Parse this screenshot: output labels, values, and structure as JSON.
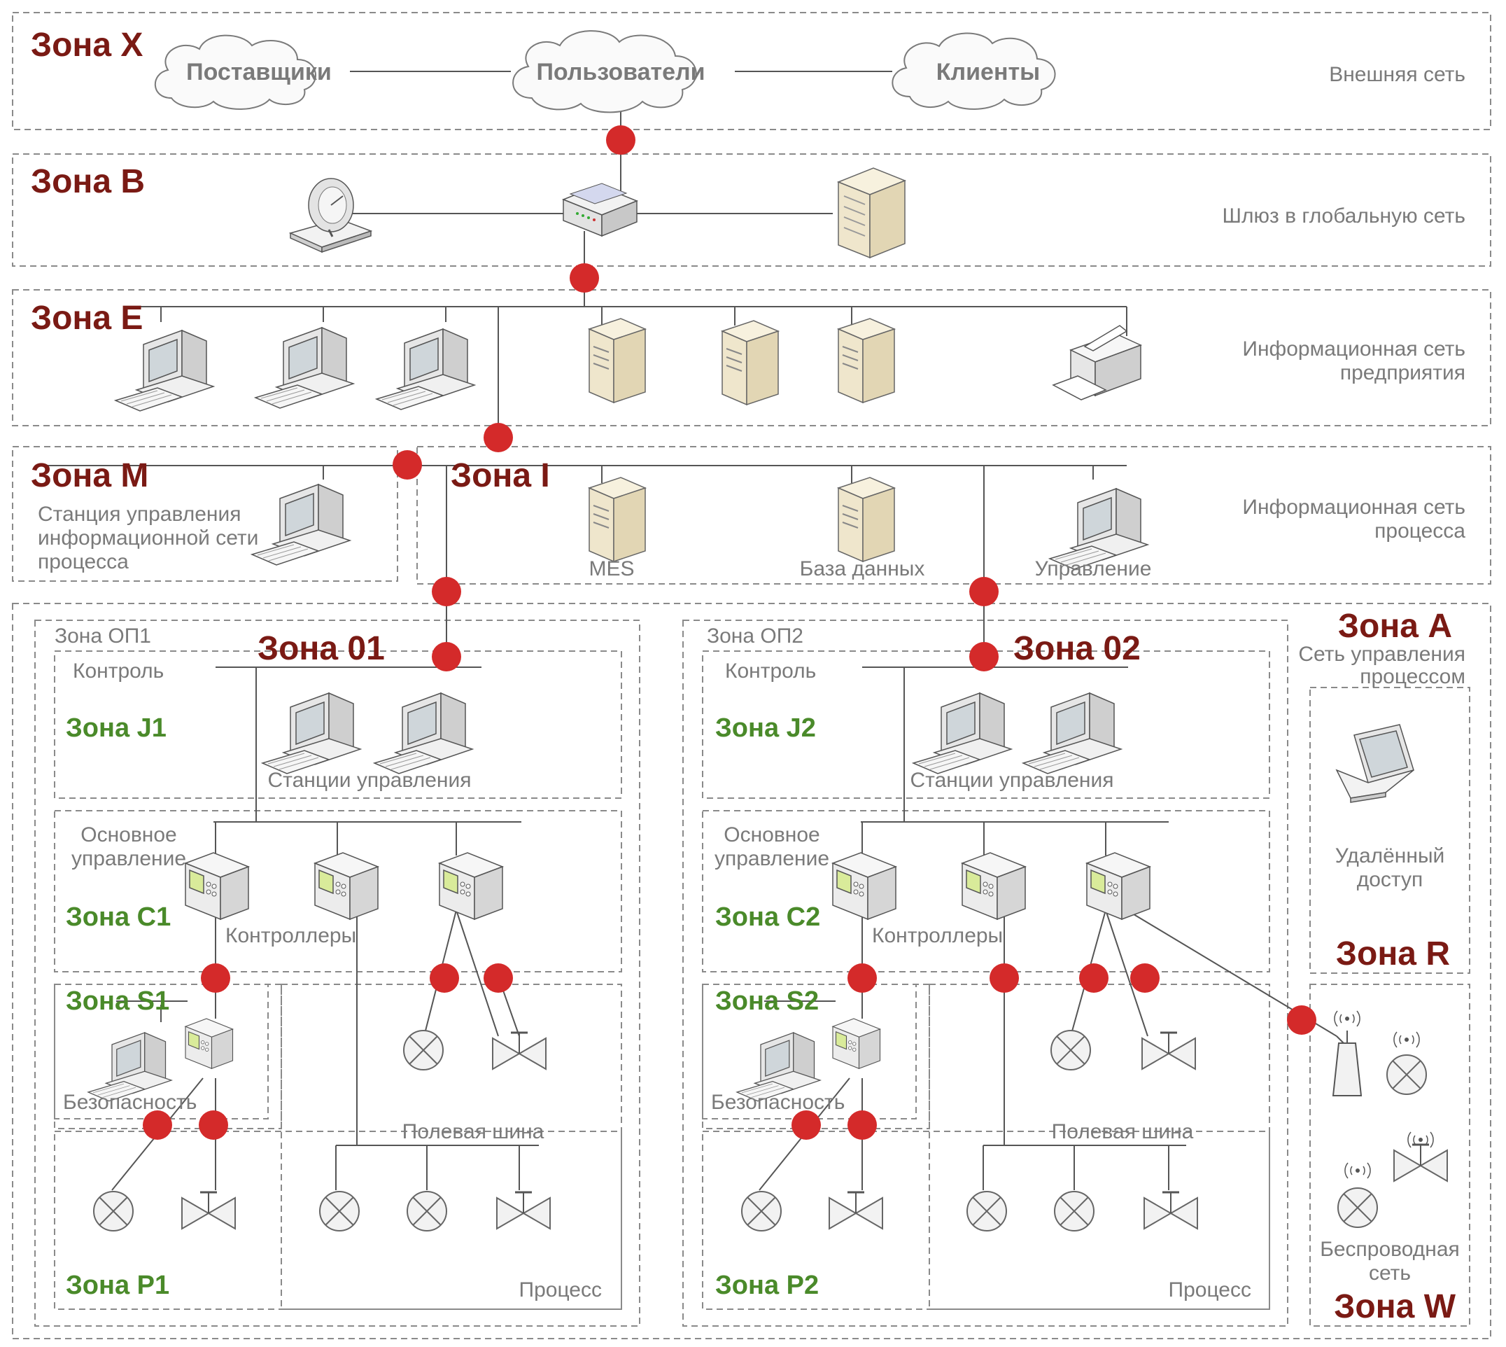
{
  "zones": {
    "x": {
      "title": "Зона X",
      "desc": "Внешняя сеть"
    },
    "b": {
      "title": "Зона B",
      "desc": "Шлюз в глобальную сеть"
    },
    "e": {
      "title": "Зона E",
      "desc1": "Информационная сеть",
      "desc2": "предприятия"
    },
    "m": {
      "title": "Зона M",
      "desc1": "Станция управления",
      "desc2": "информационной сети",
      "desc3": "процесса"
    },
    "i": {
      "title": "Зона I",
      "desc1": "Информационная сеть",
      "desc2": "процесса"
    },
    "a": {
      "title": "Зона A",
      "desc1": "Сеть управления",
      "desc2": "процессом"
    },
    "op1": {
      "title": "Зона ОП1"
    },
    "op2": {
      "title": "Зона ОП2"
    },
    "o1": {
      "title": "Зона 01"
    },
    "o2": {
      "title": "Зона 02"
    },
    "j1": {
      "title": "Зона J1",
      "label": "Контроль",
      "stations": "Станции управления"
    },
    "j2": {
      "title": "Зона J2",
      "label": "Контроль",
      "stations": "Станции управления"
    },
    "c1": {
      "title": "Зона C1",
      "label1": "Основное",
      "label2": "управление",
      "controllers": "Контроллеры"
    },
    "c2": {
      "title": "Зона C2",
      "label1": "Основное",
      "label2": "управление",
      "controllers": "Контроллеры"
    },
    "s1": {
      "title": "Зона S1",
      "label": "Безопасность"
    },
    "s2": {
      "title": "Зона S2",
      "label": "Безопасность"
    },
    "p1": {
      "title": "Зона P1",
      "label": "Процесс",
      "bus": "Полевая шина"
    },
    "p2": {
      "title": "Зона P2",
      "label": "Процесс",
      "bus": "Полевая шина"
    },
    "r": {
      "title": "Зона R",
      "desc1": "Удалённый",
      "desc2": "доступ"
    },
    "w": {
      "title": "Зона W",
      "desc1": "Беспроводная",
      "desc2": "сеть"
    }
  },
  "clouds": {
    "suppliers": "Поставщики",
    "users": "Пользователи",
    "clients": "Клиенты"
  },
  "servers": {
    "mes": "MES",
    "database": "База данных",
    "control": "Управление"
  },
  "colors": {
    "zone_red": "#7a1a14",
    "zone_green": "#4a8a2a",
    "firewall_dot": "#d42a2a",
    "label_gray": "#7a7a7a"
  },
  "icons": [
    "cloud-icon",
    "satellite-dish-icon",
    "router-icon",
    "server-icon",
    "workstation-icon",
    "printer-icon",
    "controller-icon",
    "sensor-icon",
    "valve-icon",
    "laptop-icon",
    "wireless-antenna-icon",
    "firewall-dot-icon"
  ]
}
